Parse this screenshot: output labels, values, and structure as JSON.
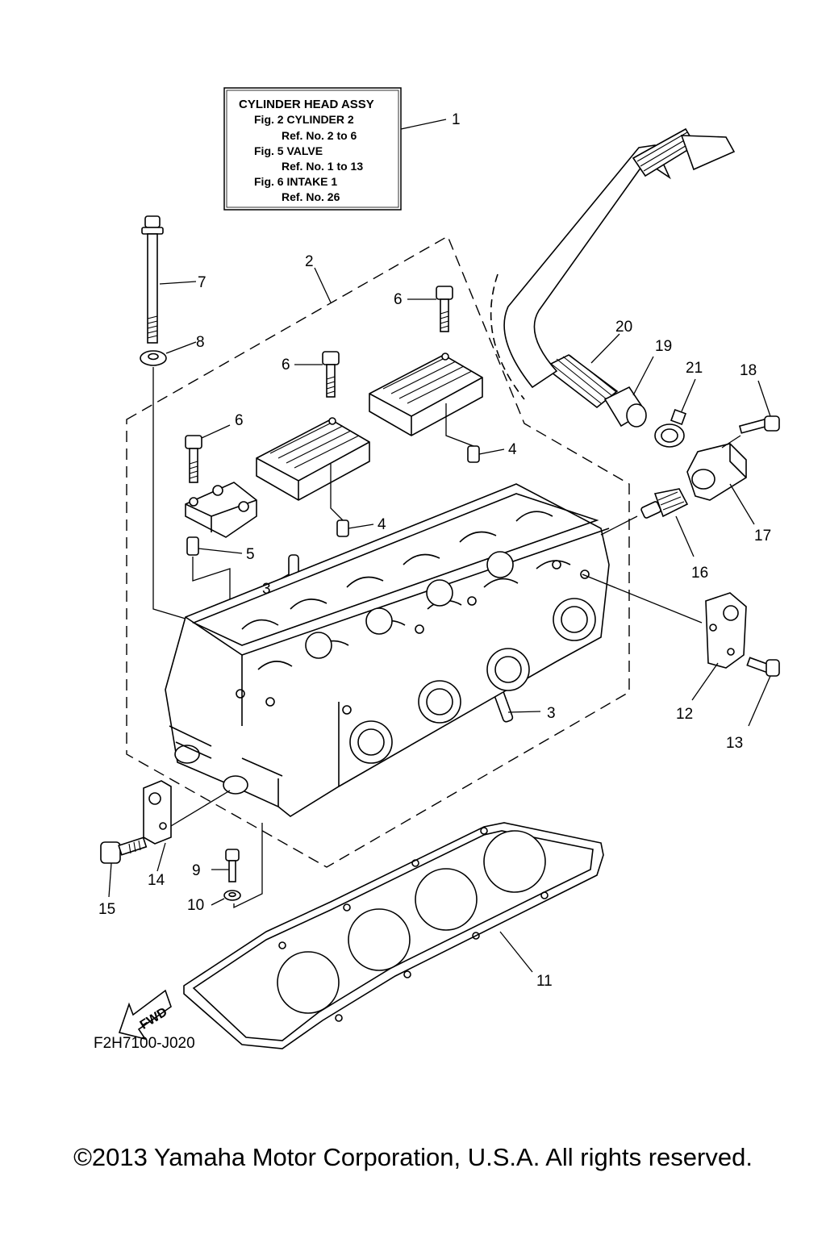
{
  "assembly_box": {
    "title": "CYLINDER HEAD ASSY",
    "lines": [
      "Fig.  2 CYLINDER 2",
      "Ref. No. 2 to 6",
      "Fig.  5 VALVE",
      "Ref. No. 1 to 13",
      "Fig.  6 INTAKE 1",
      "Ref. No. 26"
    ]
  },
  "callouts": {
    "c1": "1",
    "c2": "2",
    "c3a": "3",
    "c3b": "3",
    "c4a": "4",
    "c4b": "4",
    "c5": "5",
    "c6a": "6",
    "c6b": "6",
    "c6c": "6",
    "c7": "7",
    "c8": "8",
    "c9": "9",
    "c10": "10",
    "c11": "11",
    "c12": "12",
    "c13": "13",
    "c14": "14",
    "c15": "15",
    "c16": "16",
    "c17": "17",
    "c18": "18",
    "c19": "19",
    "c20": "20",
    "c21": "21"
  },
  "fwd_label": "FWD",
  "drawing_code": "F2H7100-J020",
  "copyright": "©2013 Yamaha Motor Corporation, U.S.A. All rights reserved."
}
